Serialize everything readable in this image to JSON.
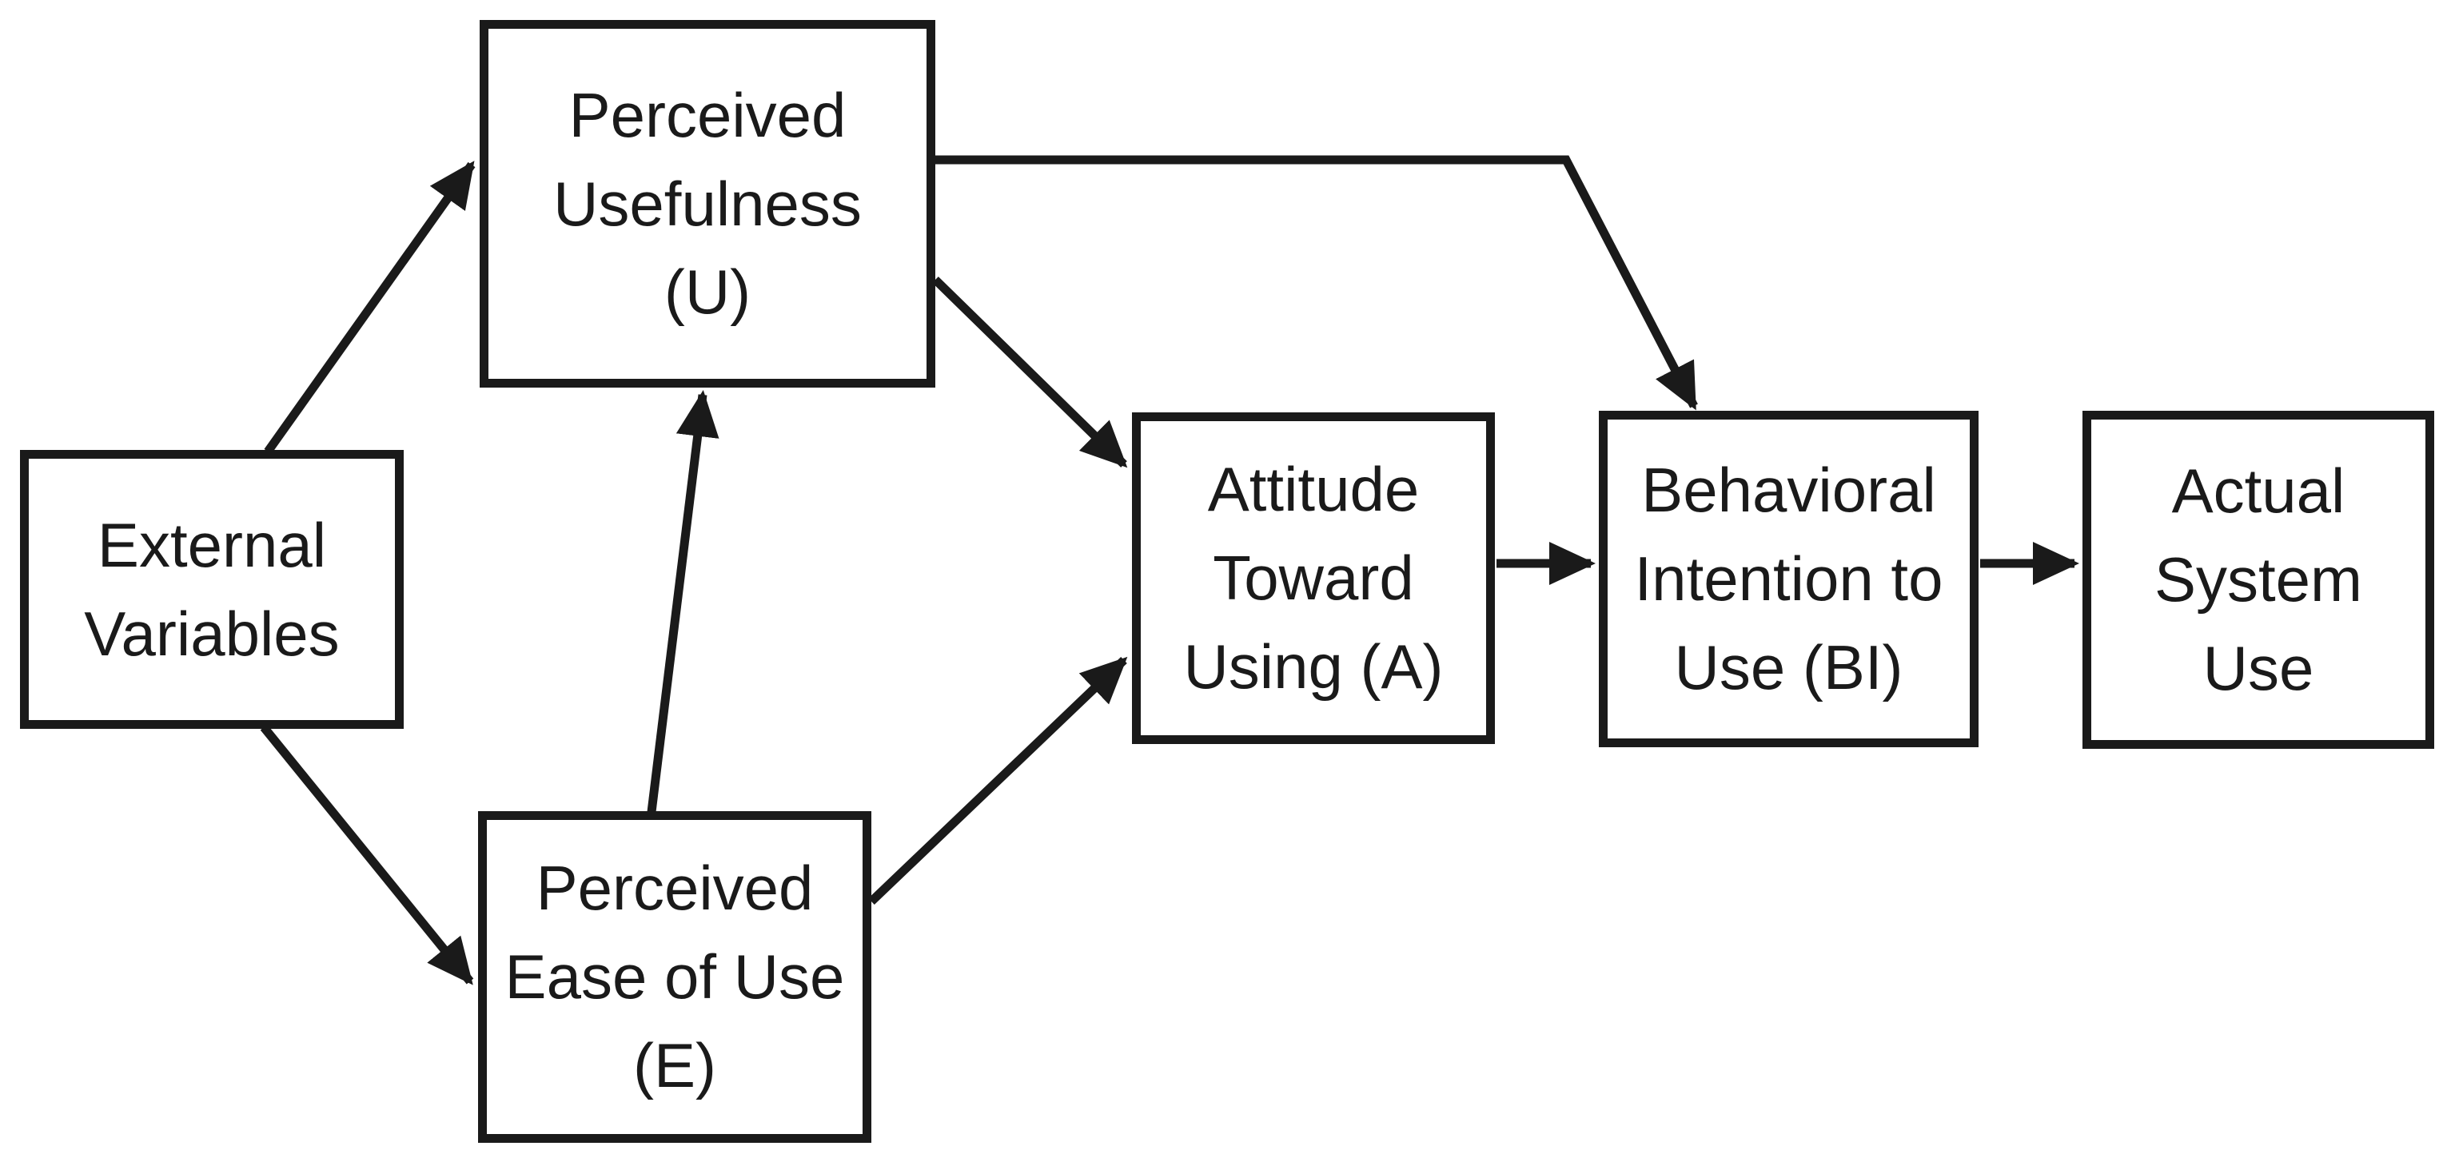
{
  "diagram": {
    "colors": {
      "background": "#ffffff",
      "stroke": "#1a1a1a",
      "text": "#1a1a1a"
    },
    "nodes": [
      {
        "id": "external-variables",
        "label_lines": [
          "External",
          "Variables"
        ]
      },
      {
        "id": "perceived-usefulness",
        "label_lines": [
          "Perceived",
          "Usefulness",
          "(U)"
        ]
      },
      {
        "id": "perceived-ease-of-use",
        "label_lines": [
          "Perceived",
          "Ease of Use",
          "(E)"
        ]
      },
      {
        "id": "attitude-toward-using",
        "label_lines": [
          "Attitude",
          "Toward",
          "Using (A)"
        ]
      },
      {
        "id": "behavioral-intention-to-use",
        "label_lines": [
          "Behavioral",
          "Intention to",
          "Use (BI)"
        ]
      },
      {
        "id": "actual-system-use",
        "label_lines": [
          "Actual",
          "System",
          "Use"
        ]
      }
    ],
    "edges": [
      {
        "from": "external-variables",
        "to": "perceived-usefulness"
      },
      {
        "from": "external-variables",
        "to": "perceived-ease-of-use"
      },
      {
        "from": "perceived-ease-of-use",
        "to": "perceived-usefulness"
      },
      {
        "from": "perceived-usefulness",
        "to": "behavioral-intention-to-use"
      },
      {
        "from": "perceived-usefulness",
        "to": "attitude-toward-using"
      },
      {
        "from": "perceived-ease-of-use",
        "to": "attitude-toward-using"
      },
      {
        "from": "attitude-toward-using",
        "to": "behavioral-intention-to-use"
      },
      {
        "from": "behavioral-intention-to-use",
        "to": "actual-system-use"
      }
    ]
  }
}
